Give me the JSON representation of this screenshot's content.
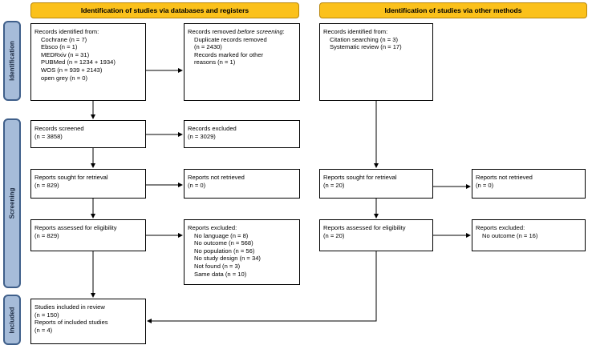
{
  "headers": {
    "left": "Identification of studies via databases and registers",
    "right": "Identification of studies via other methods"
  },
  "phases": {
    "identification": "Identification",
    "screening": "Screening",
    "included": "Included"
  },
  "boxes": {
    "records_identified": {
      "title": "Records identified from:",
      "items": [
        "Cochrane (n = 7)",
        "Ebsco (n = 1)",
        "MEDRxiv (n = 31)",
        "PUBMed (n = 1234 + 1934)",
        "WOS (n = 939 + 2143)",
        "open grey (n = 0)"
      ]
    },
    "records_removed": {
      "title_prefix": "Records removed ",
      "title_em": "before screening",
      "title_suffix": ":",
      "items": [
        "Duplicate records removed",
        "(n = 2430)",
        "Records marked for other",
        "reasons (n = 1)"
      ]
    },
    "other_identified": {
      "title": "Records identified from:",
      "items": [
        "Citation searching (n = 3)",
        "Systematic review (n = 17)"
      ]
    },
    "records_screened": {
      "line1": "Records screened",
      "line2": "(n = 3858)"
    },
    "records_excluded": {
      "line1": "Records excluded",
      "line2": "(n = 3029)"
    },
    "reports_sought": {
      "line1": "Reports sought for retrieval",
      "line2": "(n = 829)"
    },
    "reports_not_retrieved": {
      "line1": "Reports not retrieved",
      "line2": "(n = 0)"
    },
    "reports_assessed": {
      "line1": "Reports assessed for eligibility",
      "line2": "(n = 829)"
    },
    "reports_excluded": {
      "title": "Reports excluded:",
      "items": [
        "No language (n = 8)",
        "No outcome (n = 568)",
        "No population (n = 56)",
        "No study design (n = 34)",
        "Not found (n = 3)",
        "Same data (n = 10)"
      ]
    },
    "other_sought": {
      "line1": "Reports sought for retrieval",
      "line2": "(n = 20)"
    },
    "other_not_retrieved": {
      "line1": "Reports not retrieved",
      "line2": "(n = 0)"
    },
    "other_assessed": {
      "line1": "Reports assessed for eligibility",
      "line2": "(n = 20)"
    },
    "other_excluded": {
      "title": "Reports excluded:",
      "items": [
        "No outcome (n = 16)"
      ]
    },
    "included": {
      "lines": [
        "Studies included in review",
        "(n = 150)",
        "Reports of included studies",
        "(n = 4)"
      ]
    }
  }
}
